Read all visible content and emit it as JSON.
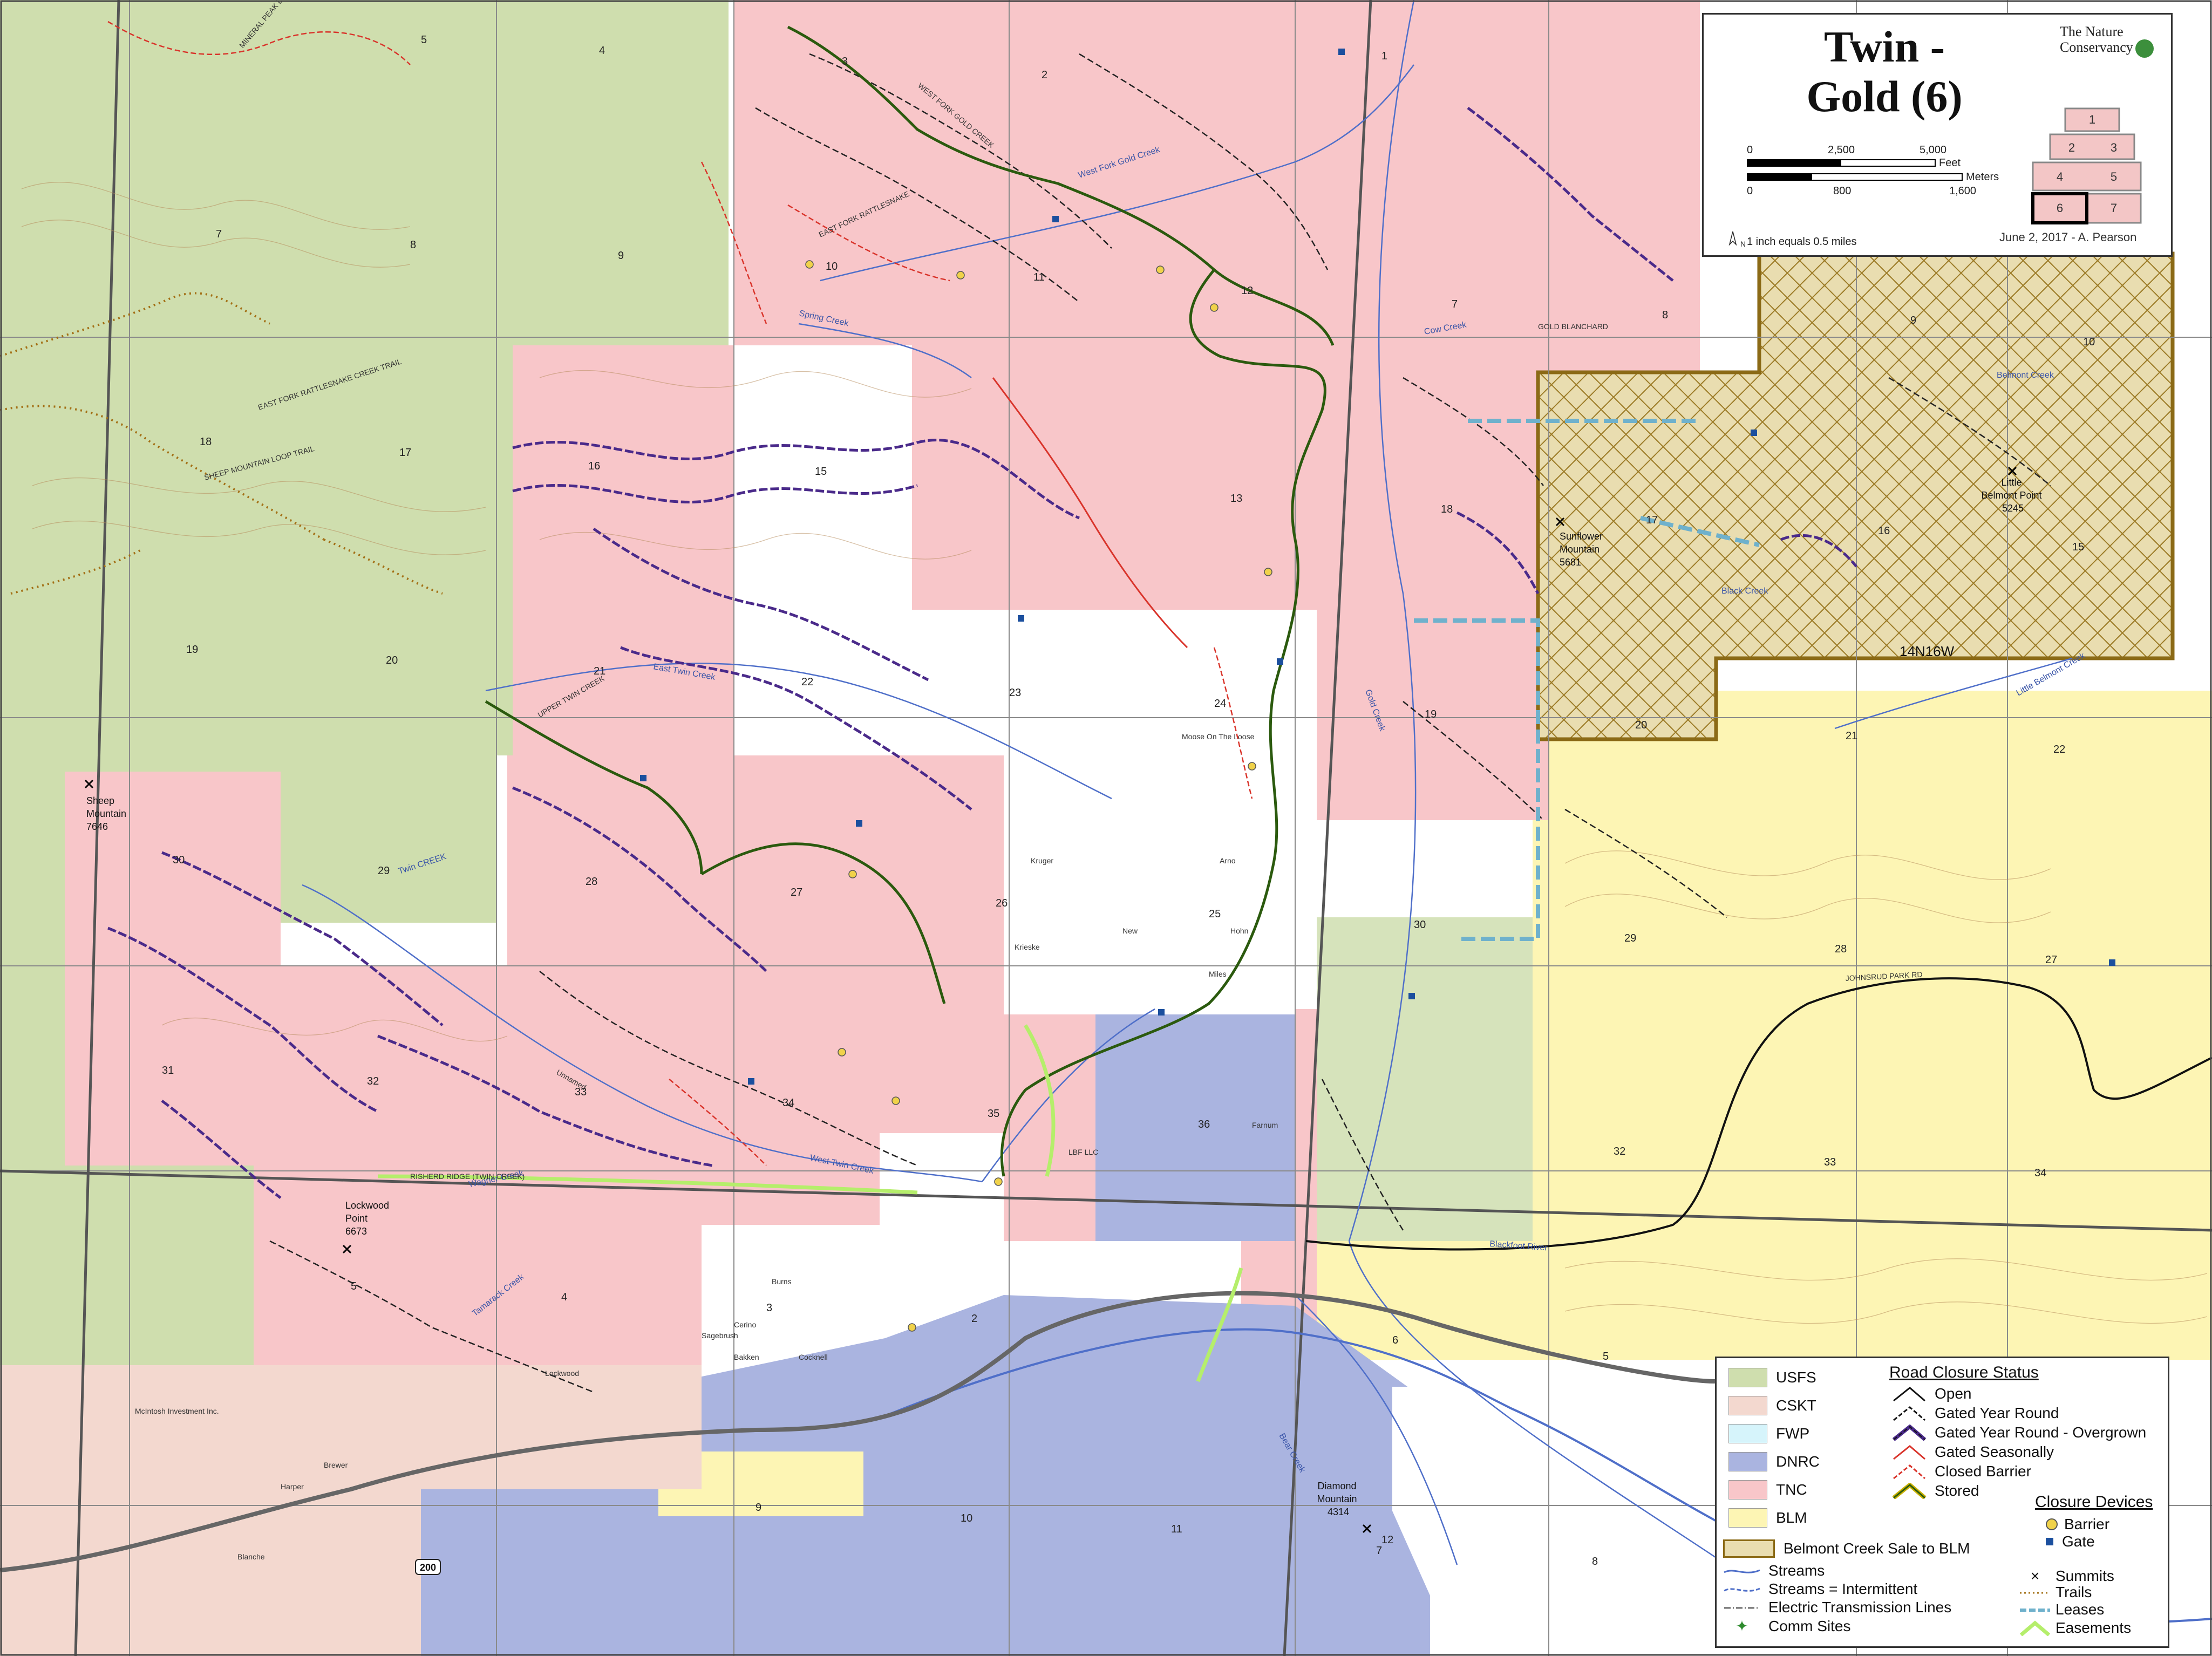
{
  "title": {
    "line1": "Twin -",
    "line2": "Gold (6)"
  },
  "organization": {
    "line1": "The Nature",
    "line2": "Conservancy"
  },
  "scale_bar": {
    "feet_ticks": [
      "0",
      "2,500",
      "5,000"
    ],
    "feet_unit": "Feet",
    "meters_ticks": [
      "0",
      "800",
      "1,600"
    ],
    "meters_unit": "Meters",
    "note": "1 inch equals 0.5 miles"
  },
  "north_label": "N",
  "date_author": "June 2, 2017 - A. Pearson",
  "index_map": {
    "cells": [
      "1",
      "2",
      "3",
      "4",
      "5",
      "6",
      "7"
    ],
    "highlighted": "6"
  },
  "summits": [
    {
      "name": "Sheep",
      "name2": "Mountain",
      "elev": "7646"
    },
    {
      "name": "Lockwood",
      "name2": "Point",
      "elev": "6673"
    },
    {
      "name": "Sunflower",
      "name2": "Mountain",
      "elev": "5681"
    },
    {
      "name": "Little",
      "name2": "Belmont Point",
      "elev": "5245"
    },
    {
      "name": "Diamond",
      "name2": "Mountain",
      "elev": "4314"
    }
  ],
  "sections": [
    "5",
    "4",
    "3",
    "2",
    "1",
    "6",
    "7",
    "8",
    "9",
    "10",
    "11",
    "12",
    "7",
    "8",
    "9",
    "10",
    "18",
    "17",
    "16",
    "15",
    "13",
    "18",
    "17",
    "16",
    "15",
    "19",
    "20",
    "21",
    "22",
    "23",
    "24",
    "19",
    "20",
    "21",
    "22",
    "30",
    "29",
    "28",
    "27",
    "26",
    "25",
    "30",
    "29",
    "28",
    "27",
    "31",
    "32",
    "33",
    "34",
    "35",
    "36",
    "32",
    "33",
    "34",
    "5",
    "4",
    "3",
    "2",
    "6",
    "5",
    "9",
    "10",
    "11",
    "12",
    "7",
    "8"
  ],
  "township_label": "14N16W",
  "streams": [
    "East Twin Creek",
    "West Twin Creek",
    "Twin CREEK",
    "Spring Creek",
    "West Fork Gold Creek",
    "Gold Creek",
    "Cow Creek",
    "Wagner Creek",
    "Tamarack Creek",
    "Blackfoot River",
    "Bear Creek",
    "Black Creek",
    "Little Belmont Creek",
    "Belmont Creek"
  ],
  "road_labels": [
    "UPPER TWIN CREEK",
    "WEST FORK GOLD CREEK",
    "EAST FORK RATTLESNAKE",
    "GOLD BLANCHARD",
    "JOHNSRUD PARK RD",
    "RISHERD RIDGE (TWIN CREEK)",
    "MINERAL PEAK LOOKOUT",
    "SHEEP MOUNTAIN LOOP TRAIL",
    "EAST FORK RATTLESNAKE CREEK TRAIL",
    "Unnamed"
  ],
  "private_labels": [
    "Moose On The Loose",
    "Kruger",
    "Arno",
    "Krieske",
    "New",
    "Hohn",
    "Miles",
    "Burns",
    "Cerino",
    "Bakken",
    "Cocknell",
    "Lockwood",
    "McIntosh Investment Inc.",
    "Brewer",
    "Harper",
    "Blanche",
    "Farnum",
    "LBF LLC",
    "Sagebrush"
  ],
  "highway": "200",
  "legend": {
    "ownership": [
      {
        "label": "USFS",
        "color": "#cfdeae"
      },
      {
        "label": "CSKT",
        "color": "#f3d8cf"
      },
      {
        "label": "FWP",
        "color": "#d6f4fb"
      },
      {
        "label": "DNRC",
        "color": "#aab4e0"
      },
      {
        "label": "TNC",
        "color": "#f8c6c9"
      },
      {
        "label": "BLM",
        "color": "#fdf5b4"
      }
    ],
    "road_closure_title": "Road Closure Status",
    "road_closure": [
      "Open",
      "Gated Year Round",
      "Gated Year Round - Overgrown",
      "Gated Seasonally",
      "Closed Barrier",
      "Stored"
    ],
    "belmont": "Belmont Creek Sale to BLM",
    "closure_devices_title": "Closure Devices",
    "closure_devices": [
      "Barrier",
      "Gate"
    ],
    "features": [
      "Streams",
      "Streams = Intermittent",
      "Electric Transmission Lines",
      "Comm Sites"
    ],
    "features_right": [
      "Summits",
      "Trails",
      "Leases",
      "Easements"
    ]
  },
  "colors": {
    "usfs": "#cfdeae",
    "tnc": "#f8c6c9",
    "dnrc": "#aab4e0",
    "blm": "#fdf5b4",
    "csk": "#f3d8cf",
    "private": "#ffffff",
    "road_purple": "#4a2a8a",
    "closed_red": "#d9342b",
    "stored": "#2b5a0e",
    "easement": "#b5ee6b",
    "lease": "#6fb1cc",
    "stream": "#4f6fc9",
    "belmont": "#8b6a16"
  }
}
